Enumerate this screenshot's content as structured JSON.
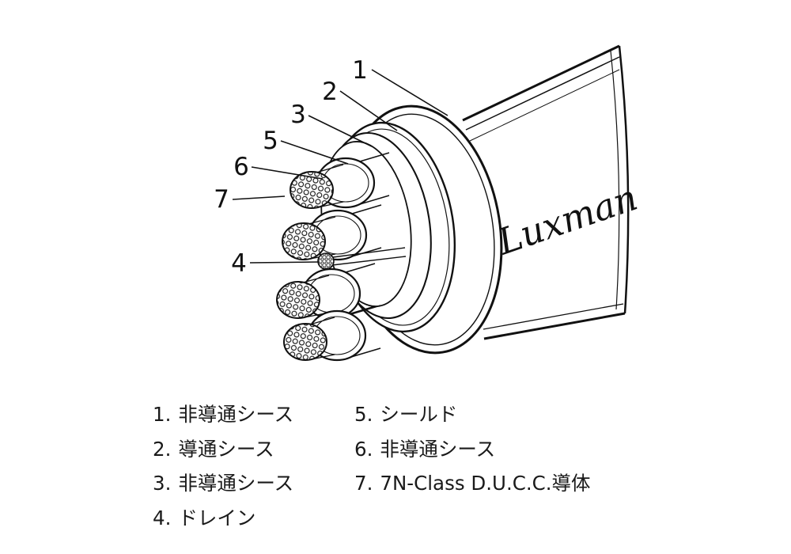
{
  "diagram": {
    "brand": "Luxman",
    "callouts": [
      "1",
      "2",
      "3",
      "5",
      "6",
      "7",
      "4"
    ]
  },
  "legend": {
    "col1": [
      {
        "num": "1.",
        "text": "非導通シース"
      },
      {
        "num": "2.",
        "text": "導通シース"
      },
      {
        "num": "3.",
        "text": "非導通シース"
      },
      {
        "num": "4.",
        "text": "ドレイン"
      }
    ],
    "col2": [
      {
        "num": "5.",
        "text": "シールド"
      },
      {
        "num": "6.",
        "text": "非導通シース"
      },
      {
        "num": "7.",
        "text": "7N-Class D.U.C.C.導体"
      }
    ]
  }
}
